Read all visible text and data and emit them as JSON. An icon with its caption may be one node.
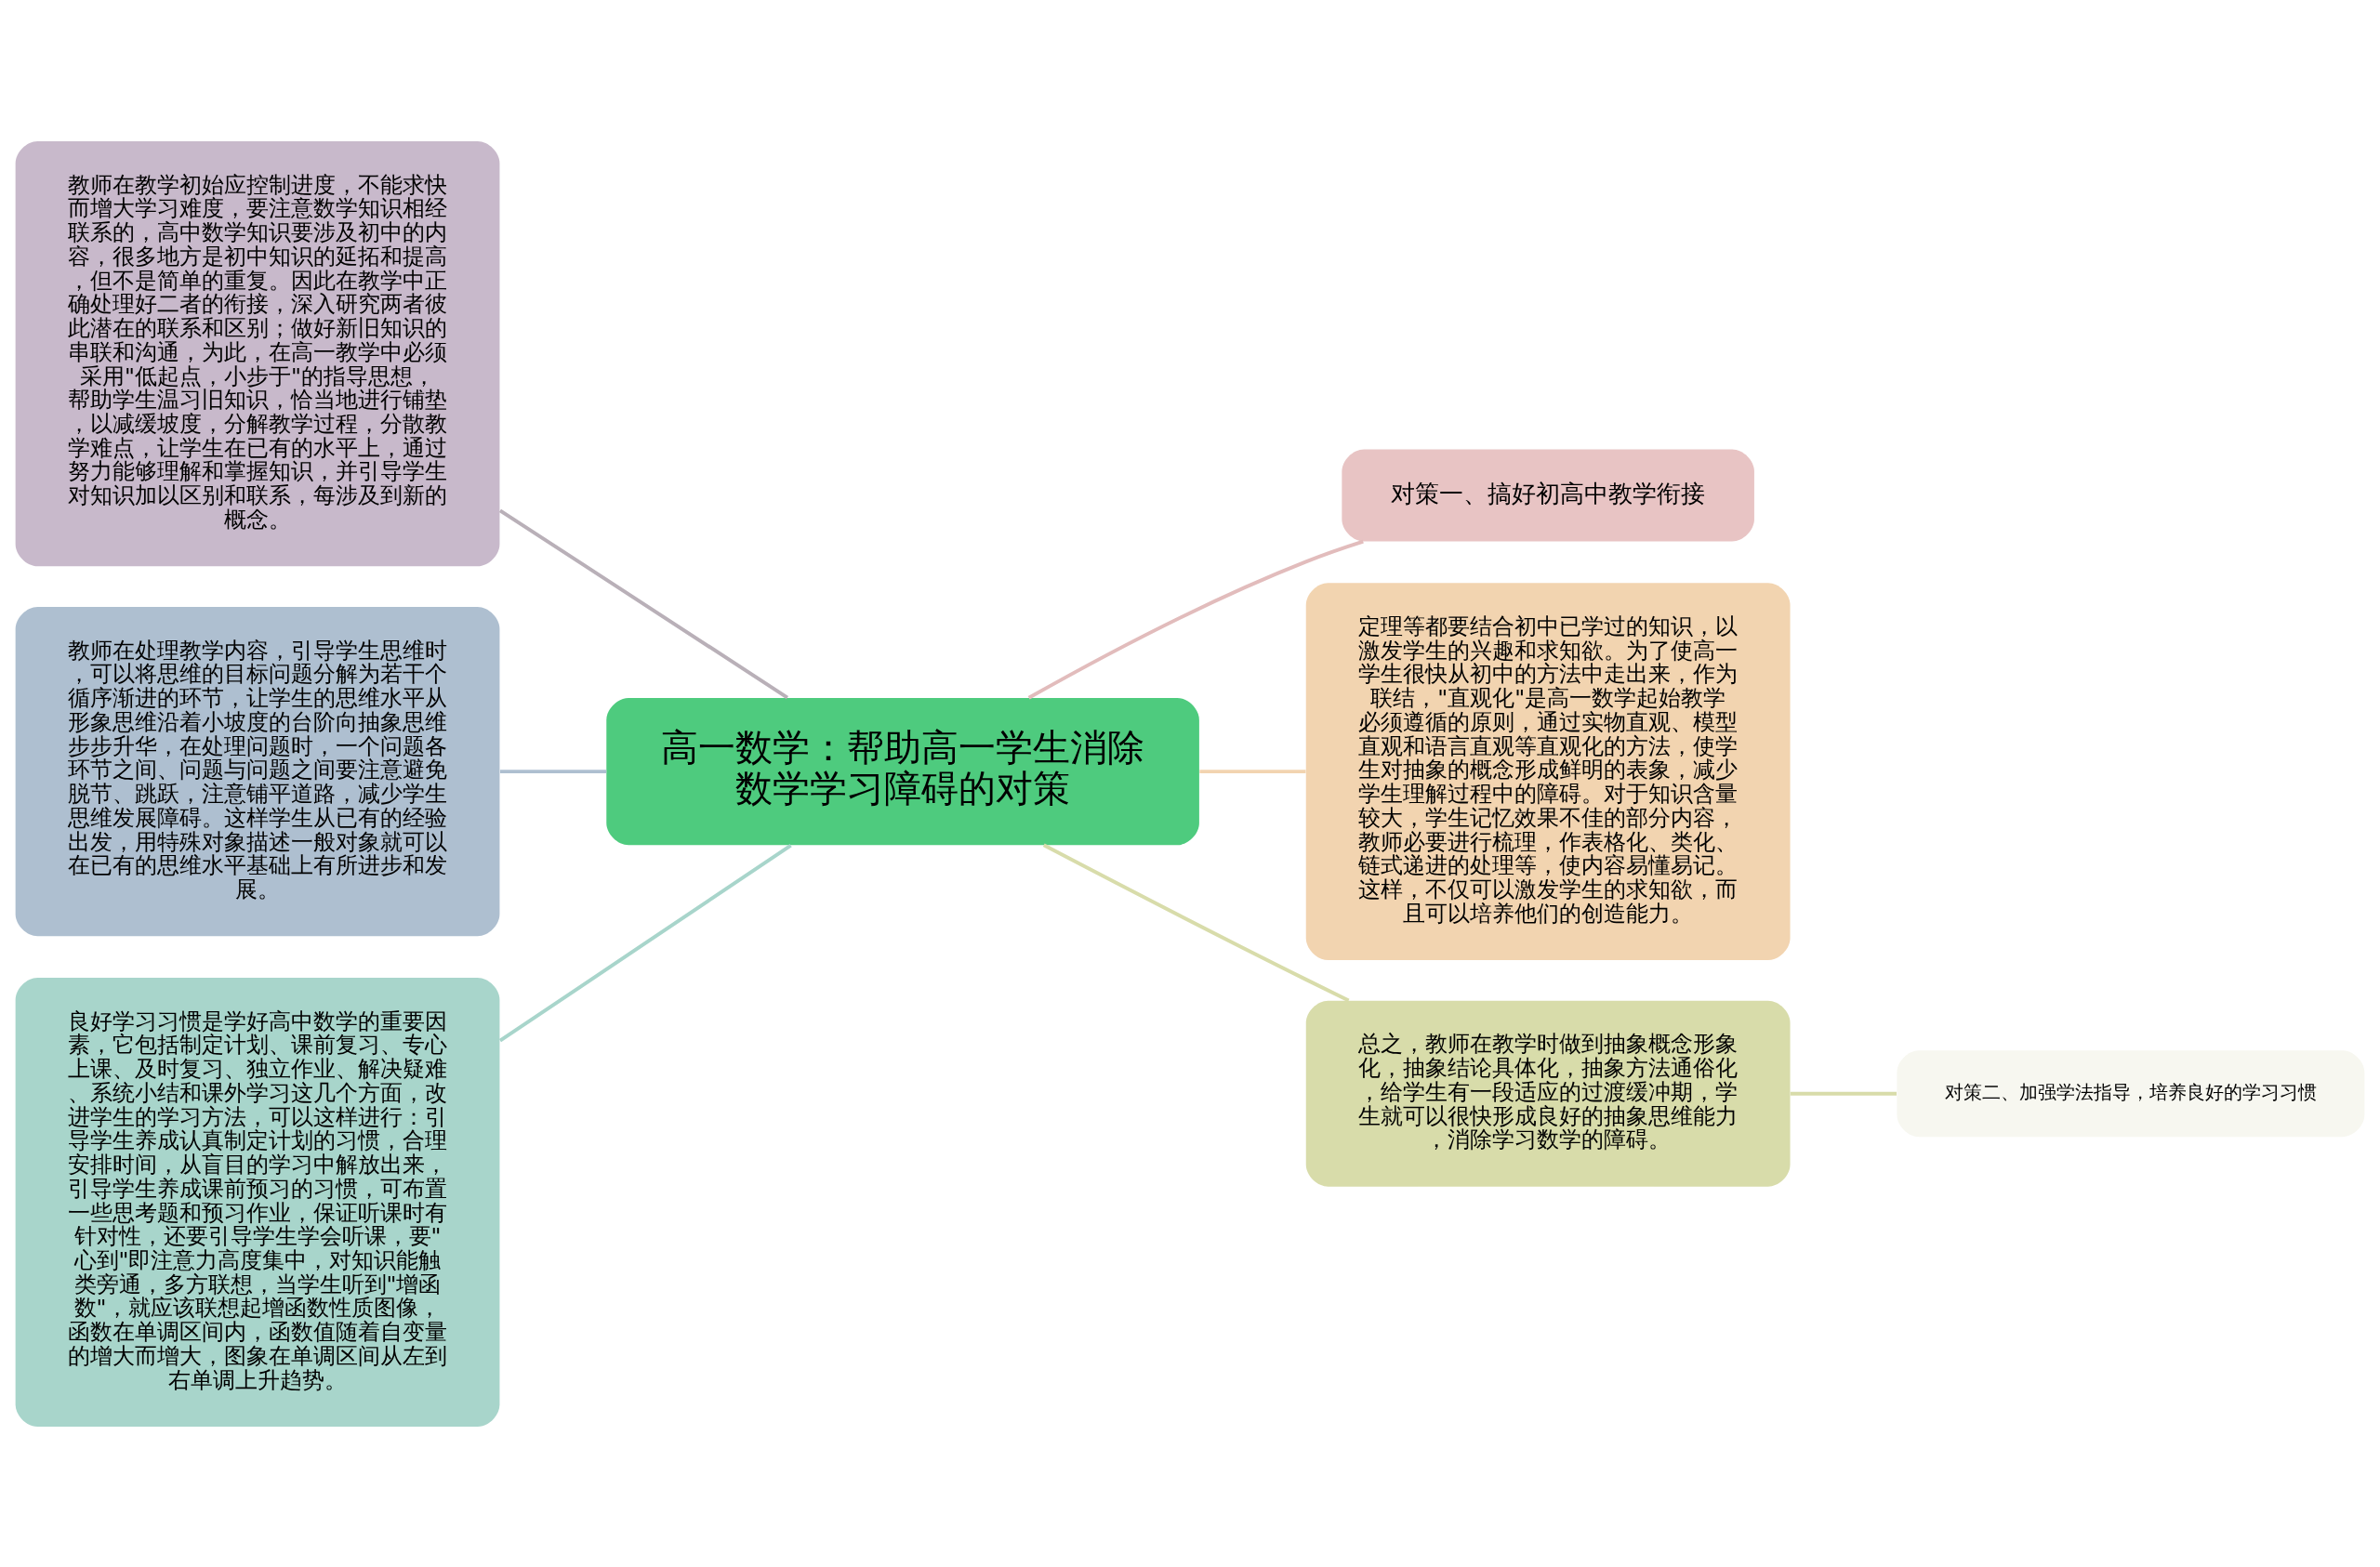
{
  "diagram": {
    "nodes": [
      {
        "text": [
          "高一数学：帮助高一学生消除数学学习障碍的对策"
        ]
      },
      {
        "text": [
          "教师在教学初始应控制进度，不能求快而增大学习难度，要注意数学知识相经联系的，高中数学知识要涉及初中的内容，很多地方是初中知识的延拓和提高，但不是简单的重复。因此在教学中正确处理好二者的衔接，深入研究两者彼此潜在的联系和区别；做好新旧知识的串联和沟通，为此，在高一教学中必须采用\"低起点，小步于\"的指导思想，帮助学生温习旧知识，恰当地进行铺垫，以减缓坡度，分解教学过程，分散教学难点，让学生在已有的水平上，通过努力能够理解和掌握知识，并引导学生对知识加以区别和联系，每涉及到新的概念。"
        ]
      },
      {
        "text": [
          "教师在处理教学内容，引导学生思维时，可以将思维的目标问题分解为若干个循序渐进的环节，让学生的思维水平从形象思维沿着小坡度的台阶向抽象思维步步升华，在处理问题时，一个问题各环节之间、问题与问题之间要注意避免脱节、跳跃，注意铺平道路，减少学生思维发展障碍。这样学生从已有的经验出发，用特殊对象描述一般对象就可以在已有的思维水平基础上有所进步和发展。"
        ]
      },
      {
        "text": [
          "良好学习习惯是学好高中数学的重要因素，它包括制定计划、课前复习、专心上课、及时复习、独立作业、解决疑难、系统小结和课外学习这几个方面，改进学生的学习方法，可以这样进行：引导学生养成认真制定计划的习惯，合理安排时间，从盲目的学习中解放出来，引导学生养成课前预习的习惯，可布置一些思考题和预习作业，保证听课时有针对性，还要引导学生学会听课，要\"心到\"即注意力高度集中，对知识能触类旁通，多方联想，当学生听到\"增函数\"，就应该联想起增函数性质图像，函数在单调区间内，函数值随着自变量的增大而增大，图象在单调区间从左到右单调上升趋势。"
        ]
      },
      {
        "text": [
          "对策一、搞好初高中教学衔接"
        ]
      },
      {
        "text": [
          "定理等都要结合初中已学过的知识，以激发学生的兴趣和求知欲。为了使高一学生很快从初中的方法中走出来，作为联结，\"直观化\"是高一数学起始教学必须遵循的原则，通过实物直观、模型直观和语言直观等直观化的方法，使学生对抽象的概念形成鲜明的表象，减少学生理解过程中的障碍。对于知识含量较大，学生记忆效果不佳的部分内容，教师必要进行梳理，作表格化、类化、链式递进的处理等，使内容易懂易记。这样，不仅可以激发学生的求知欲，而且可以培养他们的创造能力。"
        ]
      },
      {
        "text": [
          "总之，教师在教学时做到抽象概念形象化，抽象结论具体化，抽象方法通俗化，给学生有一段适应的过渡缓冲期，学生就可以很快形成良好的抽象思维能力，消除学习数学的障碍。"
        ]
      },
      {
        "text": [
          "对策二、加强学法指导，培养良好的学习习惯"
        ]
      }
    ],
    "edges": [
      {
        "from": 0,
        "to": 1,
        "arrow": "none",
        "color": "#b9b0b8"
      },
      {
        "from": 0,
        "to": 2,
        "arrow": "none",
        "color": "#aebfd0"
      },
      {
        "from": 0,
        "to": 3,
        "arrow": "none",
        "color": "#a8d5cb"
      },
      {
        "from": 0,
        "to": 4,
        "arrow": "none",
        "color": "#e2bcbc"
      },
      {
        "from": 0,
        "to": 5,
        "arrow": "none",
        "color": "#f2d4b0"
      },
      {
        "from": 0,
        "to": 6,
        "arrow": "none",
        "color": "#d8dcaa"
      },
      {
        "from": 6,
        "to": 7,
        "arrow": "none",
        "color": "#d8dcaa"
      }
    ]
  }
}
